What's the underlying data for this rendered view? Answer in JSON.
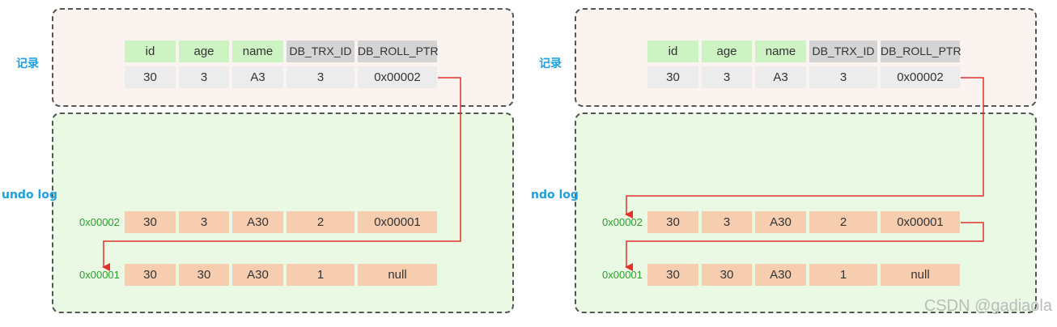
{
  "labels": {
    "record": "记录",
    "undo_log": "undo log",
    "undo_log_right": "ndo log"
  },
  "headers": [
    "id",
    "age",
    "name",
    "DB_TRX_ID",
    "DB_ROLL_PTR"
  ],
  "record_row": [
    "30",
    "3",
    "A3",
    "3",
    "0x00002"
  ],
  "undo_rows": [
    {
      "addr": "0x00002",
      "cells": [
        "30",
        "3",
        "A30",
        "2",
        "0x00001"
      ]
    },
    {
      "addr": "0x00001",
      "cells": [
        "30",
        "30",
        "A30",
        "1",
        "null"
      ]
    }
  ],
  "watermark": "CSDN @gadiaola",
  "colors": {
    "accent_label": "#1f9fe0",
    "arrow": "#e0322a",
    "address": "#2aa12a",
    "header_green": "#cdf3c2",
    "header_gray": "#d4d4d4",
    "undo_row": "#f6cdaf"
  }
}
